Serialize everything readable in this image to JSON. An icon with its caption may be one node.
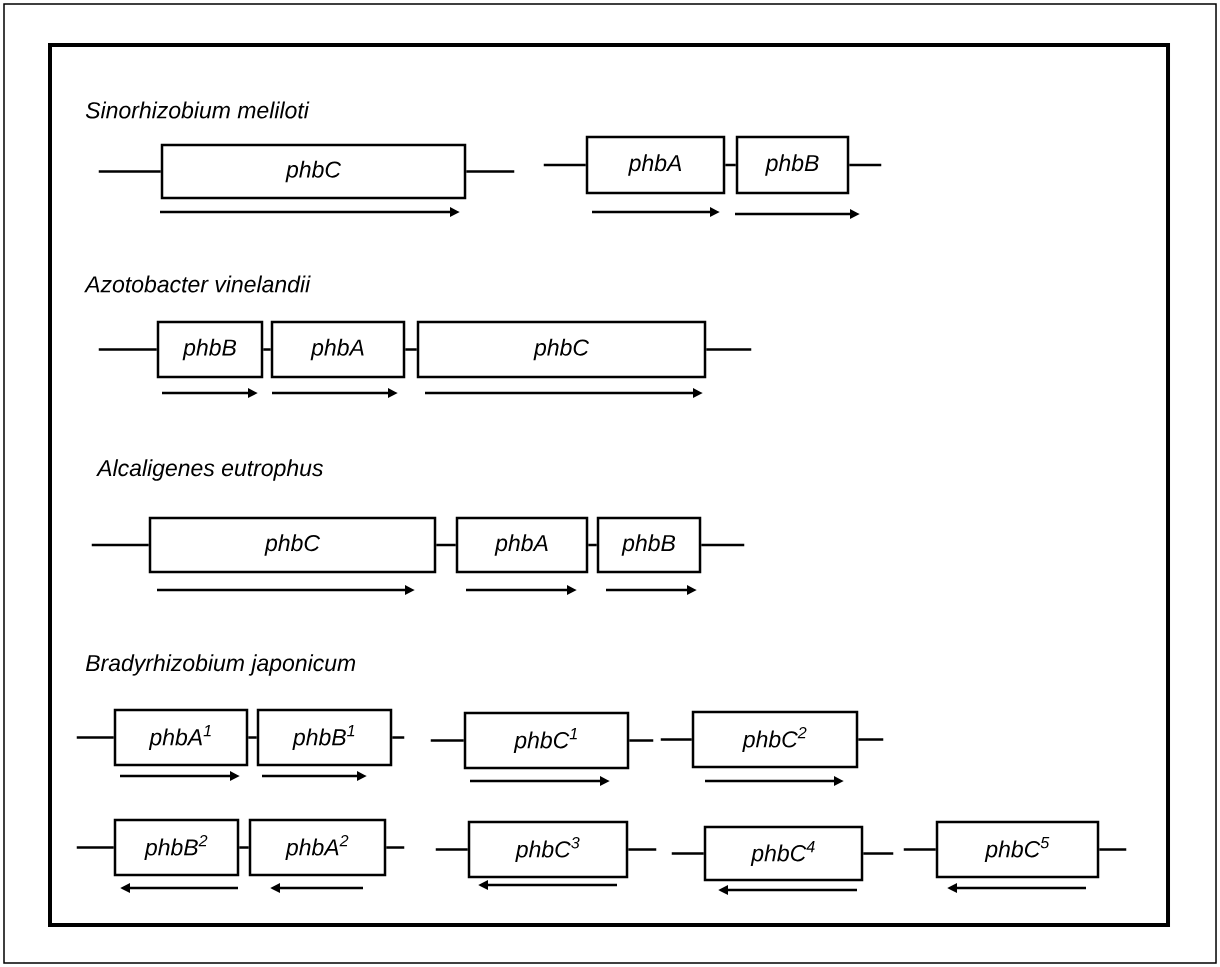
{
  "diagram": {
    "nodes": [
      {
        "text": [
          "phbC"
        ]
      },
      {
        "text": [
          "phbA"
        ]
      },
      {
        "text": [
          "phbB"
        ]
      },
      {
        "text": [
          "phbB"
        ]
      },
      {
        "text": [
          "phbA"
        ]
      },
      {
        "text": [
          "phbC"
        ]
      },
      {
        "text": [
          "phbC"
        ]
      },
      {
        "text": [
          "phbA"
        ]
      },
      {
        "text": [
          "phbB"
        ]
      },
      {
        "text": [
          "phbA$^{1}$"
        ]
      },
      {
        "text": [
          "phbB$^{1}$"
        ]
      },
      {
        "text": [
          "phbC$^{1}$"
        ]
      },
      {
        "text": [
          "phbC$^{2}$"
        ]
      },
      {
        "text": [
          "phbB$^{2}$"
        ]
      },
      {
        "text": [
          "phbA$^{2}$"
        ]
      },
      {
        "text": [
          "phbC$^{3}$"
        ]
      },
      {
        "text": [
          "phbC$^{4}$"
        ]
      },
      {
        "text": [
          "phbC$^{5}$"
        ]
      }
    ],
    "edges": [
      {
        "from": null,
        "to": 0,
        "arrow": "none"
      },
      {
        "from": 0,
        "to": null,
        "arrow": "none"
      },
      {
        "from": null,
        "to": 1,
        "arrow": "none"
      },
      {
        "from": 1,
        "to": 2,
        "arrow": "none"
      },
      {
        "from": 2,
        "to": null,
        "arrow": "none"
      },
      {
        "from": null,
        "to": 3,
        "arrow": "none"
      },
      {
        "from": 3,
        "to": 4,
        "arrow": "none"
      },
      {
        "from": 4,
        "to": 5,
        "arrow": "none"
      },
      {
        "from": 5,
        "to": null,
        "arrow": "none"
      },
      {
        "from": null,
        "to": 6,
        "arrow": "none"
      },
      {
        "from": 6,
        "to": 7,
        "arrow": "none"
      },
      {
        "from": 7,
        "to": 8,
        "arrow": "none"
      },
      {
        "from": 8,
        "to": null,
        "arrow": "none"
      },
      {
        "from": null,
        "to": 9,
        "arrow": "none"
      },
      {
        "from": 9,
        "to": 10,
        "arrow": "none"
      },
      {
        "from": 10,
        "to": null,
        "arrow": "none"
      },
      {
        "from": null,
        "to": 11,
        "arrow": "none"
      },
      {
        "from": 11,
        "to": null,
        "arrow": "none"
      },
      {
        "from": null,
        "to": 12,
        "arrow": "none"
      },
      {
        "from": 12,
        "to": null,
        "arrow": "none"
      },
      {
        "from": null,
        "to": 13,
        "arrow": "none"
      },
      {
        "from": 13,
        "to": 14,
        "arrow": "none"
      },
      {
        "from": 14,
        "to": null,
        "arrow": "none"
      },
      {
        "from": null,
        "to": 15,
        "arrow": "none"
      },
      {
        "from": 15,
        "to": null,
        "arrow": "none"
      },
      {
        "from": null,
        "to": 16,
        "arrow": "none"
      },
      {
        "from": 16,
        "to": null,
        "arrow": "none"
      },
      {
        "from": null,
        "to": 17,
        "arrow": "none"
      },
      {
        "from": 17,
        "to": null,
        "arrow": "none"
      }
    ],
    "labels": [
      "Sinorhizobium meliloti",
      "Azotobacter vinelandii",
      "Alcaligenes eutrophus",
      "Bradyrhizobium japonicum"
    ]
  }
}
